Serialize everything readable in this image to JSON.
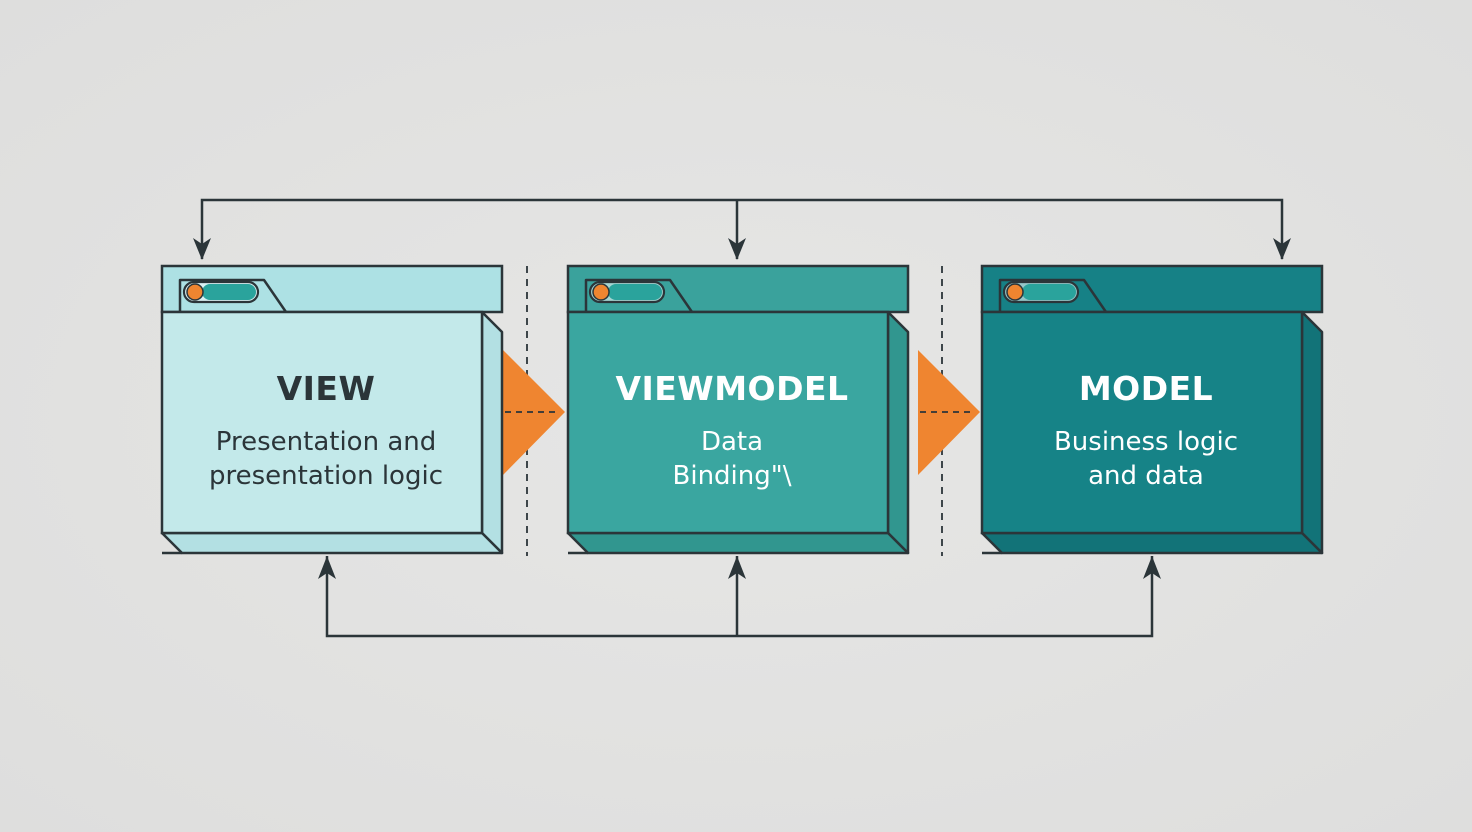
{
  "colors": {
    "background": "#e2e2e1",
    "outline": "#2b3539",
    "orange": "#ef8530",
    "view_face": "#c3e9ea",
    "view_tab": "#ade1e4",
    "view_side": "#b3e0e3",
    "viewmodel_face": "#3aa6a0",
    "viewmodel_tab": "#3aa29c",
    "viewmodel_side": "#31968f",
    "model_face": "#168387",
    "model_tab": "#168186",
    "model_side": "#127378"
  },
  "boxes": [
    {
      "id": "view",
      "title": "VIEW",
      "line1": "Presentation and",
      "line2": "presentation logic",
      "title_color": "#2b3539",
      "text_color": "#2b3539",
      "face_key": "view_face",
      "tab_key": "view_tab",
      "side_key": "view_side"
    },
    {
      "id": "viewmodel",
      "title": "VIEWMODEL",
      "line1": "Data",
      "line2": "Binding\"\\",
      "title_color": "#ffffff",
      "text_color": "#ffffff",
      "face_key": "viewmodel_face",
      "tab_key": "viewmodel_tab",
      "side_key": "viewmodel_side"
    },
    {
      "id": "model",
      "title": "MODEL",
      "line1": "Business logic",
      "line2": "and data",
      "title_color": "#ffffff",
      "text_color": "#ffffff",
      "face_key": "model_face",
      "tab_key": "model_tab",
      "side_key": "model_side"
    }
  ],
  "icons": {
    "top_arrows": "arrow-down-icon",
    "bottom_arrows": "arrow-up-icon",
    "connector": "triangle-right-icon",
    "window_toggle": "toggle-icon"
  }
}
